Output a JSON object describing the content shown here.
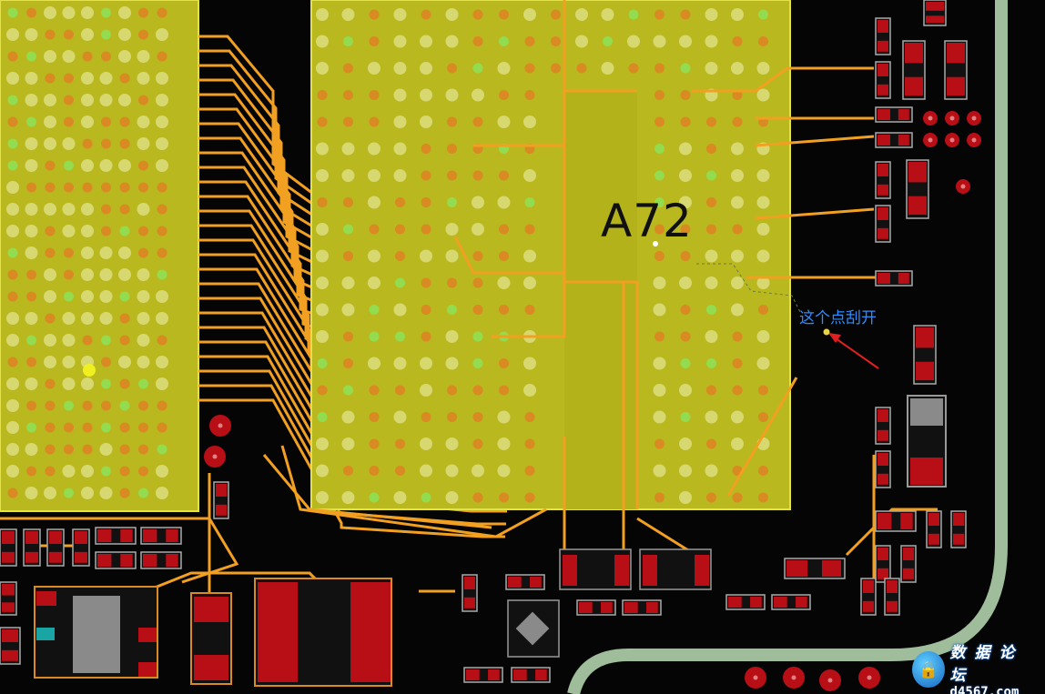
{
  "view": {
    "title": "",
    "colors": {
      "board_bg": "#050505",
      "chip_fill": "#b9b81e",
      "chip_edge": "#e3e24a",
      "pad_light": "#d8d870",
      "pad_green": "#93dc4f",
      "pad_orange": "#d98a22",
      "trace_orange": "#f2a021",
      "component_red": "#b80f16",
      "component_gray": "#8a8a8a",
      "board_edge": "#9fbc9b",
      "annotation_blue": "#2f8cff",
      "annotation_arrow": "#e02020"
    }
  },
  "chip": {
    "label": "A72"
  },
  "annotation": {
    "text": "这个点刮开",
    "arrow_icon": "red-arrow-icon"
  },
  "watermark": {
    "title": "数 据 论 坛",
    "url": "d4567.com",
    "icon": "shield-lock-icon"
  }
}
